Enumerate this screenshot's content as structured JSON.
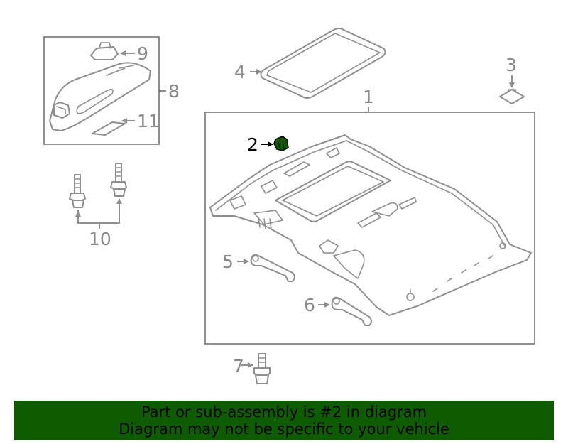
{
  "callouts": {
    "c1": "1",
    "c2": "2",
    "c3": "3",
    "c4": "4",
    "c5": "5",
    "c6": "6",
    "c7": "7",
    "c8": "8",
    "c9": "9",
    "c10": "10",
    "c11": "11"
  },
  "highlight": {
    "part_number": "2",
    "color": "#0e5c00"
  },
  "footer": {
    "line1": "Part or sub-assembly is #2 in diagram",
    "line2": "Diagram may not be specific to your vehicle",
    "background": "#0e5c00"
  }
}
